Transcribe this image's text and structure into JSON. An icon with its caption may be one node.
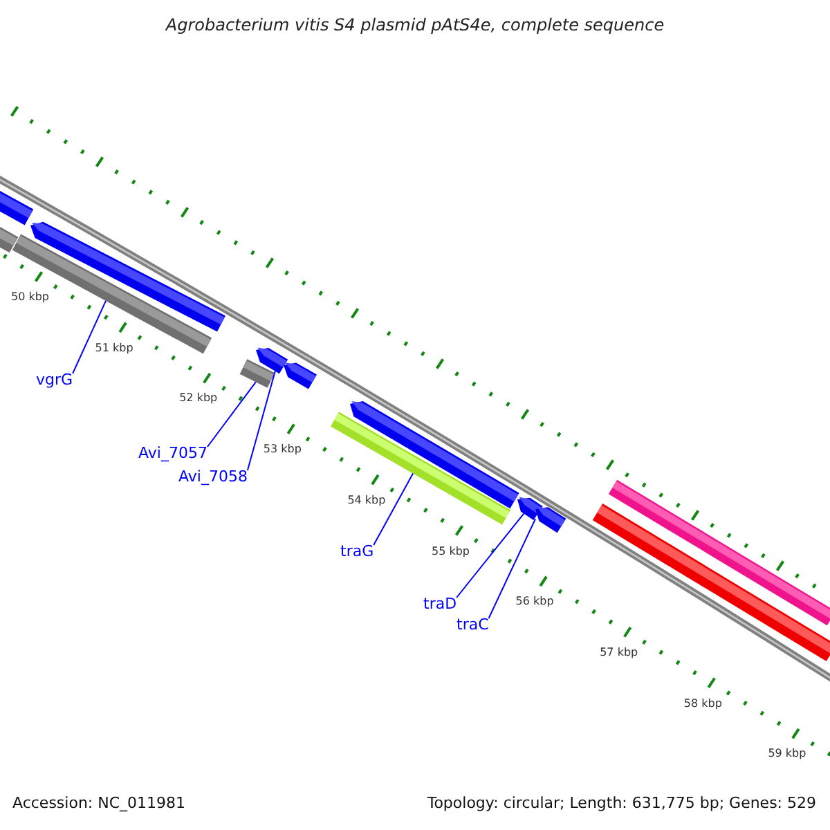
{
  "diagram": {
    "title": "Agrobacterium vitis S4 plasmid pAtS4e, complete sequence",
    "nodes": [
      {
        "text": [],
        "shape": "bar"
      },
      {
        "text": [],
        "shape": "bar"
      },
      {
        "text": [],
        "shape": "arrow"
      },
      {
        "text": [],
        "shape": "bar"
      },
      {
        "text": [],
        "shape": "bar"
      },
      {
        "text": [],
        "shape": "arrow"
      },
      {
        "text": [],
        "shape": "arrow"
      },
      {
        "text": [],
        "shape": "arrow"
      },
      {
        "text": [],
        "shape": "bar"
      },
      {
        "text": [],
        "shape": "arrow"
      },
      {
        "text": [],
        "shape": "arrow"
      },
      {
        "text": [],
        "shape": "bar"
      },
      {
        "text": [],
        "shape": "bar"
      },
      {
        "text": [
          "vgrG"
        ]
      },
      {
        "text": [
          "Avi_7057"
        ]
      },
      {
        "text": [
          "Avi_7058"
        ]
      },
      {
        "text": [
          "traG"
        ]
      },
      {
        "text": [
          "traD"
        ]
      },
      {
        "text": [
          "traC"
        ]
      }
    ],
    "edges": [
      {
        "from": 13,
        "to": 3,
        "arrow": "none"
      },
      {
        "from": 14,
        "to": 4,
        "arrow": "none"
      },
      {
        "from": 15,
        "to": 5,
        "arrow": "none"
      },
      {
        "from": 16,
        "to": 8,
        "arrow": "none"
      },
      {
        "from": 17,
        "to": 9,
        "arrow": "none"
      },
      {
        "from": 18,
        "to": 10,
        "arrow": "none"
      }
    ],
    "labels": [
      "50 kbp",
      "51 kbp",
      "52 kbp",
      "53 kbp",
      "54 kbp",
      "55 kbp",
      "56 kbp",
      "57 kbp",
      "58 kbp",
      "59 kbp",
      "Accession: NC_011981",
      "Topology: circular; Length: 631,775 bp; Genes: 529"
    ]
  }
}
